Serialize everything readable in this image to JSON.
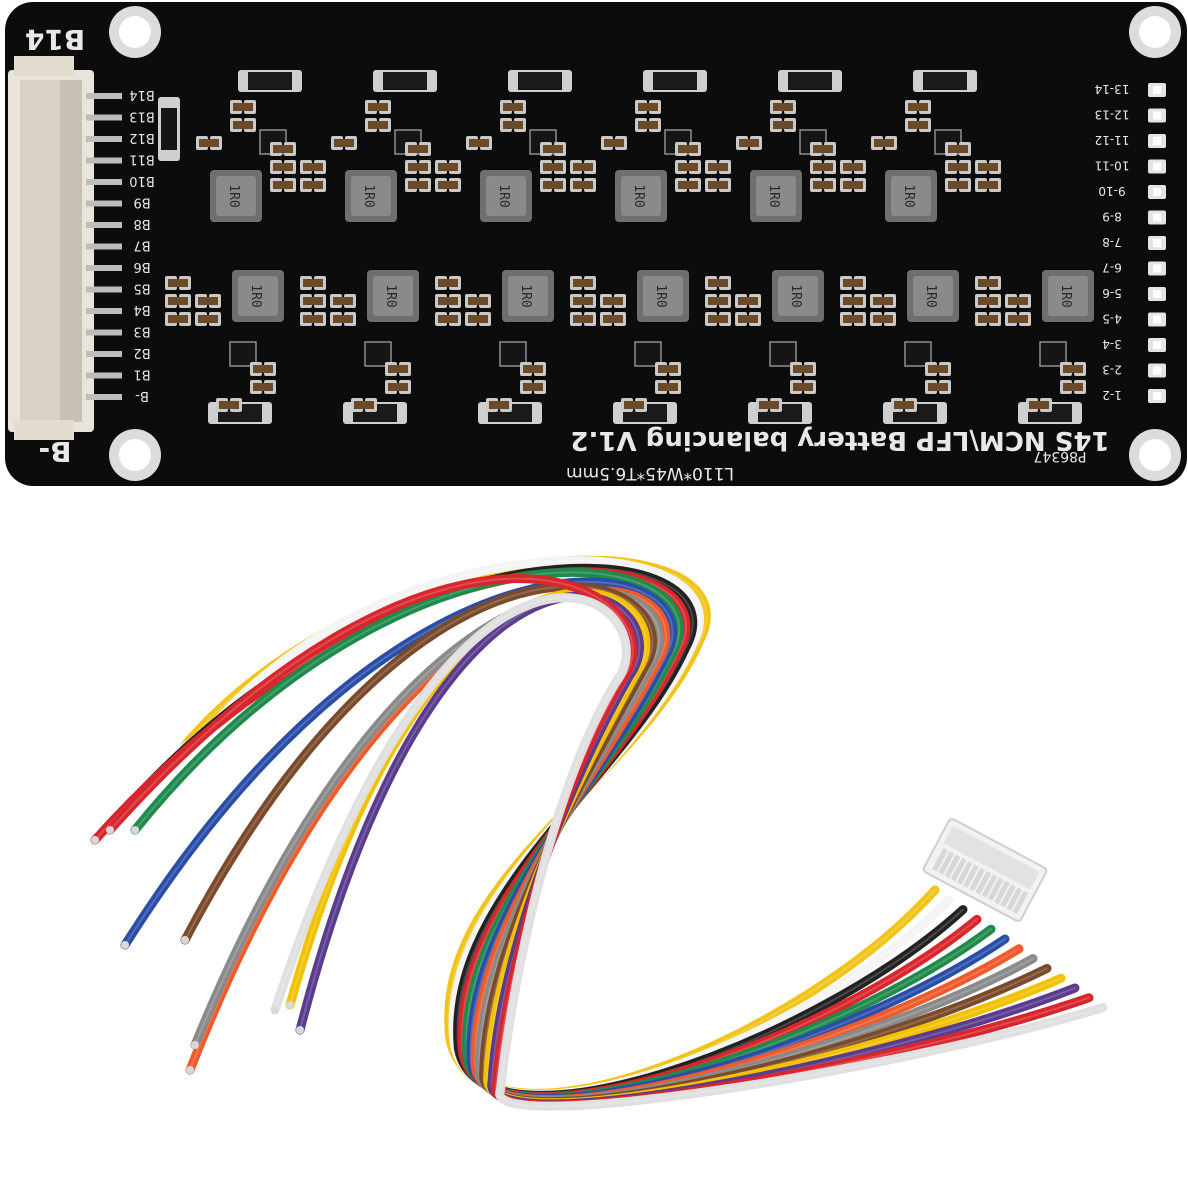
{
  "board": {
    "corner_labels": {
      "top": "B14",
      "bottom": "B-"
    },
    "title": "14S NCM\\LFP Battery balancing V1.2",
    "dimensions": "L110*W45*T6.5mm",
    "code": "P86347",
    "left_pins": [
      "B14",
      "B13",
      "B12",
      "B11",
      "B10",
      "B9",
      "B8",
      "B7",
      "B6",
      "B5",
      "B4",
      "B3",
      "B2",
      "B1",
      "B-"
    ],
    "right_labels": [
      "13-14",
      "12-13",
      "11-12",
      "10-11",
      "9-10",
      "8-9",
      "7-8",
      "6-7",
      "5-6",
      "4-5",
      "3-4",
      "2-3",
      "1-2"
    ],
    "inductor_label": "1R0",
    "colors": {
      "pcb": "#0c0c0c",
      "silkscreen": "#e8e8e8",
      "connector": "#e9e4da",
      "pads": "#c9c9c9"
    }
  },
  "harness": {
    "wire_colors": [
      "#f0c419",
      "#f4f4f4",
      "#222222",
      "#d8262c",
      "#1f8a4c",
      "#2a4ea8",
      "#ee5a2a",
      "#8a8a8a",
      "#7a4a2a",
      "#f2c200",
      "#5a3b8e",
      "#d8262c",
      "#e0e0e0"
    ],
    "connector_color": "#f2f2f2"
  }
}
